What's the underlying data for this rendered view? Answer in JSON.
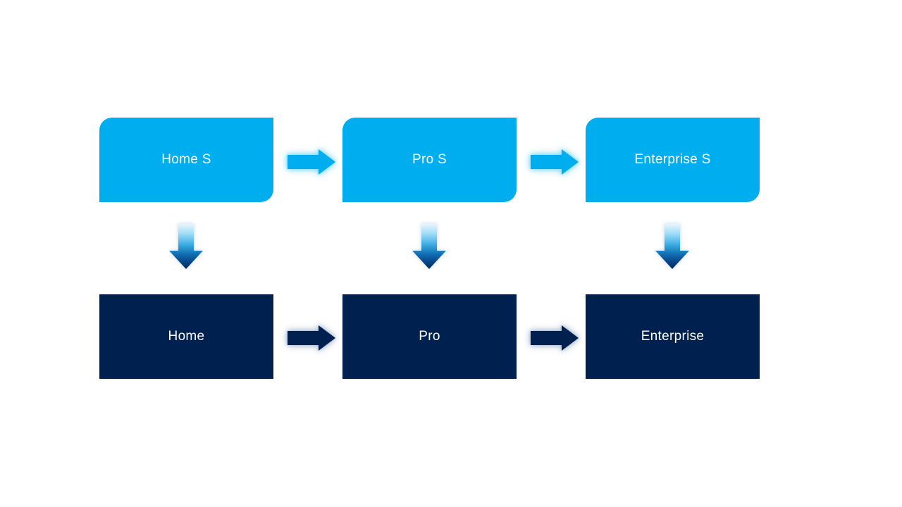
{
  "slide": {
    "background_color": "#ffffff",
    "diagram_type": "upgrade-flow-process",
    "colors": {
      "top_box_fill": "#00AEEF",
      "bottom_box_fill": "#002150",
      "label_text": "#ffffff",
      "cyan_arrow_fill": "#00AEEF",
      "navy_arrow_fill": "#002150",
      "down_arrow_gradient_top": "#E8F6FD",
      "down_arrow_gradient_mid": "#2F9FDC",
      "down_arrow_gradient_bottom": "#032A5E"
    },
    "columns": [
      {
        "top_label": "Home S",
        "bottom_label": "Home"
      },
      {
        "top_label": "Pro S",
        "bottom_label": "Pro"
      },
      {
        "top_label": "Enterprise S",
        "bottom_label": "Enterprise"
      }
    ],
    "connectors": {
      "horizontal": "right-arrow",
      "vertical": "down-arrow"
    }
  }
}
